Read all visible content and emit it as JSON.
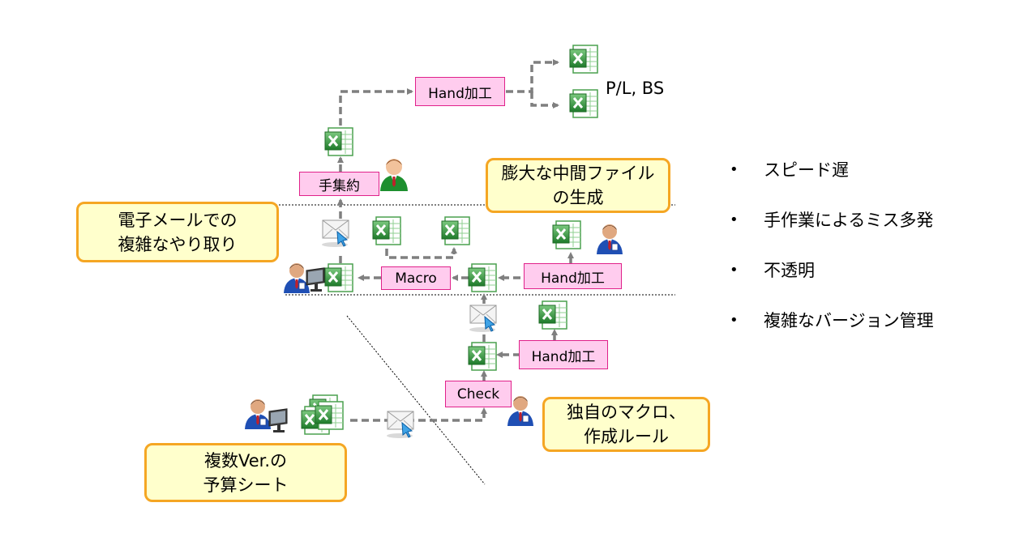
{
  "boxes": {
    "hand_top": "Hand加工",
    "tesyuyaku": "手集約",
    "macro": "Macro",
    "hand_mid": "Hand加工",
    "hand_low": "Hand加工",
    "check": "Check"
  },
  "output_label": "P/L, BS",
  "callouts": {
    "email": [
      "電子メールでの",
      "複雑なやり取り"
    ],
    "intermediate": [
      "膨大な中間ファイル",
      "の生成"
    ],
    "macro_rules": [
      "独自のマクロ、",
      "作成ルール"
    ],
    "budget": [
      "複数Ver.の",
      "予算シート"
    ]
  },
  "bullets": [
    "スピード遅",
    "手作業によるミス多発",
    "不透明",
    "複雑なバージョン管理"
  ],
  "bullet_glyph": "•",
  "colors": {
    "box_fill": "#ffccee",
    "box_border": "#e0218a",
    "callout_fill": "#ffffcc",
    "callout_border": "#f5a623",
    "arrow": "#7f7f7f",
    "excel_green": "#2e8b3a"
  },
  "icons": [
    "excel-file-icon",
    "person-icon",
    "person-computer-icon",
    "email-icon"
  ]
}
